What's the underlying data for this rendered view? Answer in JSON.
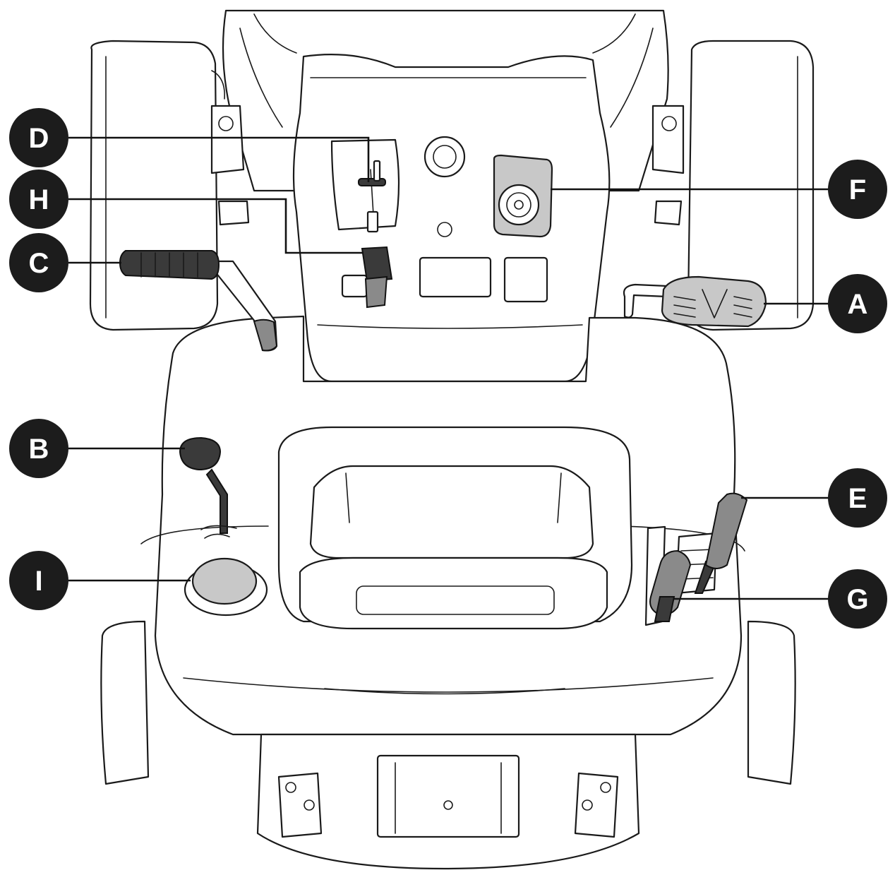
{
  "callouts": [
    {
      "id": "A",
      "label": "A"
    },
    {
      "id": "B",
      "label": "B"
    },
    {
      "id": "C",
      "label": "C"
    },
    {
      "id": "D",
      "label": "D"
    },
    {
      "id": "E",
      "label": "E"
    },
    {
      "id": "F",
      "label": "F"
    },
    {
      "id": "G",
      "label": "G"
    },
    {
      "id": "H",
      "label": "H"
    },
    {
      "id": "I",
      "label": "I"
    }
  ],
  "colors": {
    "callout_fill": "#1c1c1c",
    "callout_text": "#ffffff",
    "line": "#1a1a1a",
    "dark_part": "#3a3a3a",
    "grey_part": "#c8c8c8"
  }
}
